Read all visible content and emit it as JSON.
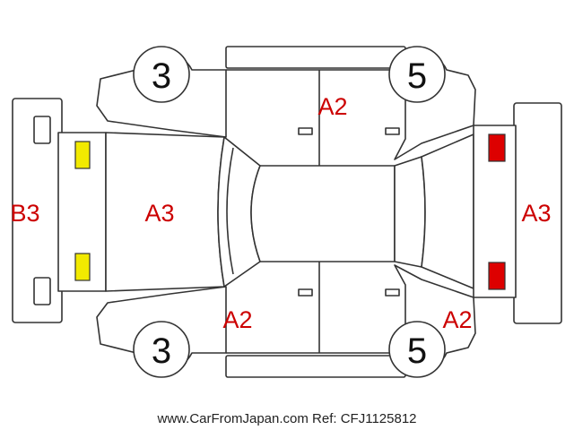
{
  "colors": {
    "line": "#333333",
    "damage_code": "#cc0000",
    "front_lamp": "#f2ea00",
    "rear_lamp": "#dd0000"
  },
  "wheels": {
    "front_left": "3",
    "front_right": "3",
    "rear_left": "5",
    "rear_right": "5"
  },
  "marks": {
    "front_bumper": "B3",
    "hood": "A3",
    "rear_bumper": "A3",
    "top_doors": "A2",
    "bottom_front_door": "A2",
    "bottom_rear_quarter": "A2"
  },
  "footer": "www.CarFromJapan.com Ref: CFJ1125812"
}
